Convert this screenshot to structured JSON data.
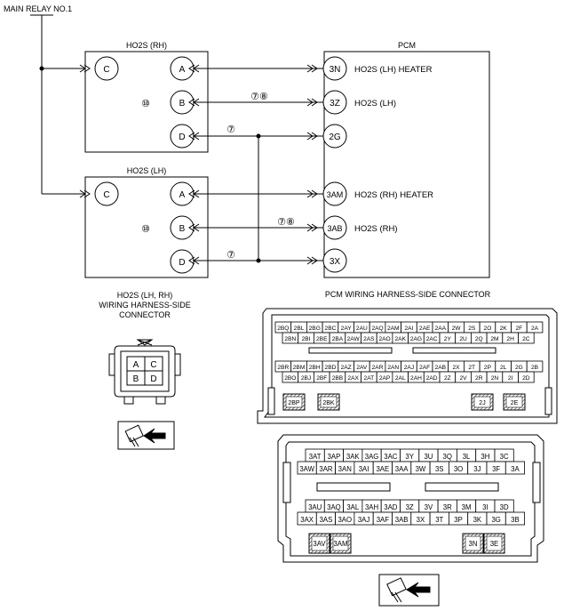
{
  "labels": {
    "main_relay": "MAIN RELAY NO.1",
    "pcm": "PCM",
    "sensor_rh": "HO2S (RH)",
    "sensor_lh": "HO2S (LH)",
    "ten": "⑩",
    "note_78": "⑦⑧",
    "note_7": "⑦",
    "conn_title_1": "HO2S (LH, RH)",
    "conn_title_2": "WIRING HARNESS-SIDE",
    "conn_title_3": "CONNECTOR",
    "pcm_conn_title": "PCM WIRING HARNESS-SIDE CONNECTOR"
  },
  "sensor_pins": [
    "C",
    "A",
    "B",
    "D"
  ],
  "pcm_terminals": [
    {
      "id": "3N",
      "desc": "HO2S (LH) HEATER"
    },
    {
      "id": "3Z",
      "desc": "HO2S (LH)"
    },
    {
      "id": "2G",
      "desc": ""
    },
    {
      "id": "3AM",
      "desc": "HO2S (RH) HEATER"
    },
    {
      "id": "3AB",
      "desc": "HO2S (RH)"
    },
    {
      "id": "3X",
      "desc": ""
    }
  ],
  "small_connector_grid": [
    [
      "A",
      "C"
    ],
    [
      "B",
      "D"
    ]
  ],
  "conn2": {
    "row1": [
      "2BQ",
      "2BL",
      "2BG",
      "2BC",
      "2AY",
      "2AU",
      "2AQ",
      "2AM",
      "2AI",
      "2AE",
      "2AA",
      "2W",
      "2S",
      "2O",
      "2K",
      "2F",
      "2A"
    ],
    "row2": [
      "2BN",
      "2BI",
      "2BE",
      "2BA",
      "2AW",
      "2AS",
      "2AO",
      "2AK",
      "2AG",
      "2AC",
      "2Y",
      "2U",
      "2Q",
      "2M",
      "2H",
      "2C"
    ],
    "row3": [
      "2BR",
      "2BM",
      "2BH",
      "2BD",
      "2AZ",
      "2AV",
      "2AR",
      "2AN",
      "2AJ",
      "2AF",
      "2AB",
      "2X",
      "2T",
      "2P",
      "2L",
      "2G",
      "2B"
    ],
    "row4": [
      "2BO",
      "2BJ",
      "2BF",
      "2BB",
      "2AX",
      "2AT",
      "2AP",
      "2AL",
      "2AH",
      "2AD",
      "2Z",
      "2V",
      "2R",
      "2N",
      "2I",
      "2D"
    ],
    "hatched": [
      "2BP",
      "2BK",
      "2J",
      "2E"
    ]
  },
  "conn3": {
    "row1": [
      "3AT",
      "3AP",
      "3AK",
      "3AG",
      "3AC",
      "3Y",
      "3U",
      "3Q",
      "3L",
      "3H",
      "3C"
    ],
    "row2": [
      "3AW",
      "3AR",
      "3AN",
      "3AI",
      "3AE",
      "3AA",
      "3W",
      "3S",
      "3O",
      "3J",
      "3F",
      "3A"
    ],
    "row3": [
      "3AU",
      "3AQ",
      "3AL",
      "3AH",
      "3AD",
      "3Z",
      "3V",
      "3R",
      "3M",
      "3I",
      "3D"
    ],
    "row4": [
      "3AX",
      "3AS",
      "3AO",
      "3AJ",
      "3AF",
      "3AB",
      "3X",
      "3T",
      "3P",
      "3K",
      "3G",
      "3B"
    ],
    "hatched": [
      "3AV",
      "3AM",
      "3N",
      "3E"
    ]
  }
}
